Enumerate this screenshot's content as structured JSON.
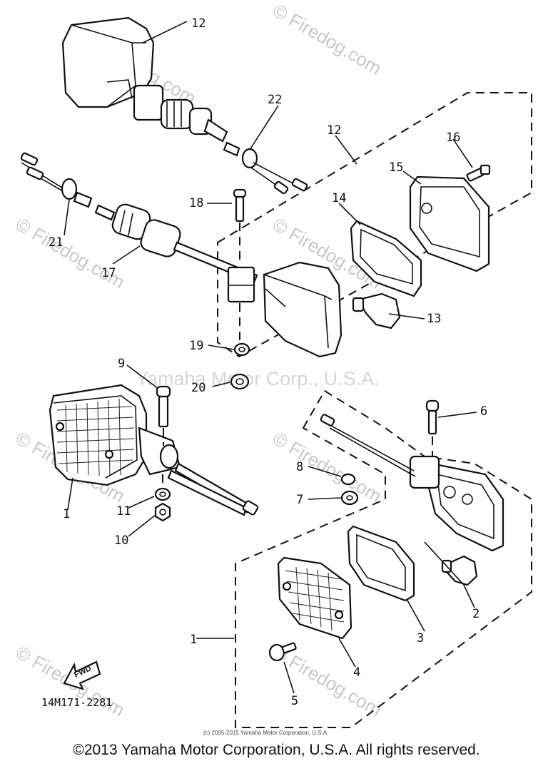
{
  "callouts": {
    "c12a": "12",
    "c22": "22",
    "c12b": "12",
    "c16": "16",
    "c15": "15",
    "c14": "14",
    "c18": "18",
    "c21": "21",
    "c17": "17",
    "c13": "13",
    "c19": "19",
    "c9": "9",
    "c20": "20",
    "c6": "6",
    "c8": "8",
    "c7": "7",
    "c11": "11",
    "c1a": "1",
    "c10": "10",
    "c2": "2",
    "c3": "3",
    "c1b": "1",
    "c4": "4",
    "c5": "5"
  },
  "watermark": {
    "brand": "© Firedog.com",
    "center": "Yamaha Motor Corp., U.S.A."
  },
  "fwd_label": "FWD",
  "diagram_code": "14M171-2281",
  "small_copyright": "(c) 2005-2015 Yamaha Motor Corporation, U.S.A.",
  "footer": "©2013 Yamaha Motor Corporation, U.S.A. All rights reserved."
}
